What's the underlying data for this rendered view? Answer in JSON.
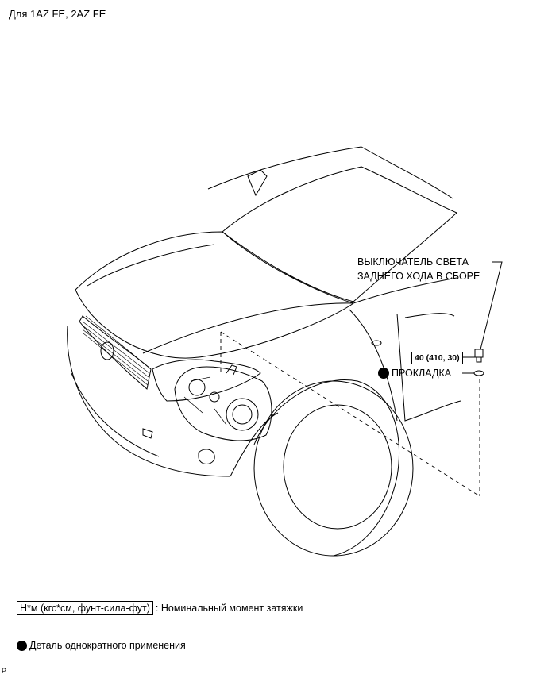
{
  "header": {
    "note": "Для 1AZ FE, 2AZ FE"
  },
  "callouts": {
    "switch_line1": "ВЫКЛЮЧАТЕЛЬ СВЕТА",
    "switch_line2": "ЗАДНЕГО ХОДА В СБОРЕ",
    "torque_value": "40 (410, 30)",
    "gasket": "ПРОКЛАДКА"
  },
  "legend": {
    "torque_units": "Н*м (кгс*см, фунт-сила-фут)",
    "torque_desc": ": Номинальный момент затяжки",
    "single_use_desc": "Деталь однократного применения"
  },
  "footer": {
    "code": "P"
  },
  "icons": {
    "single_use": "filled-circle-icon"
  },
  "colors": {
    "line": "#000000",
    "background": "#ffffff"
  }
}
